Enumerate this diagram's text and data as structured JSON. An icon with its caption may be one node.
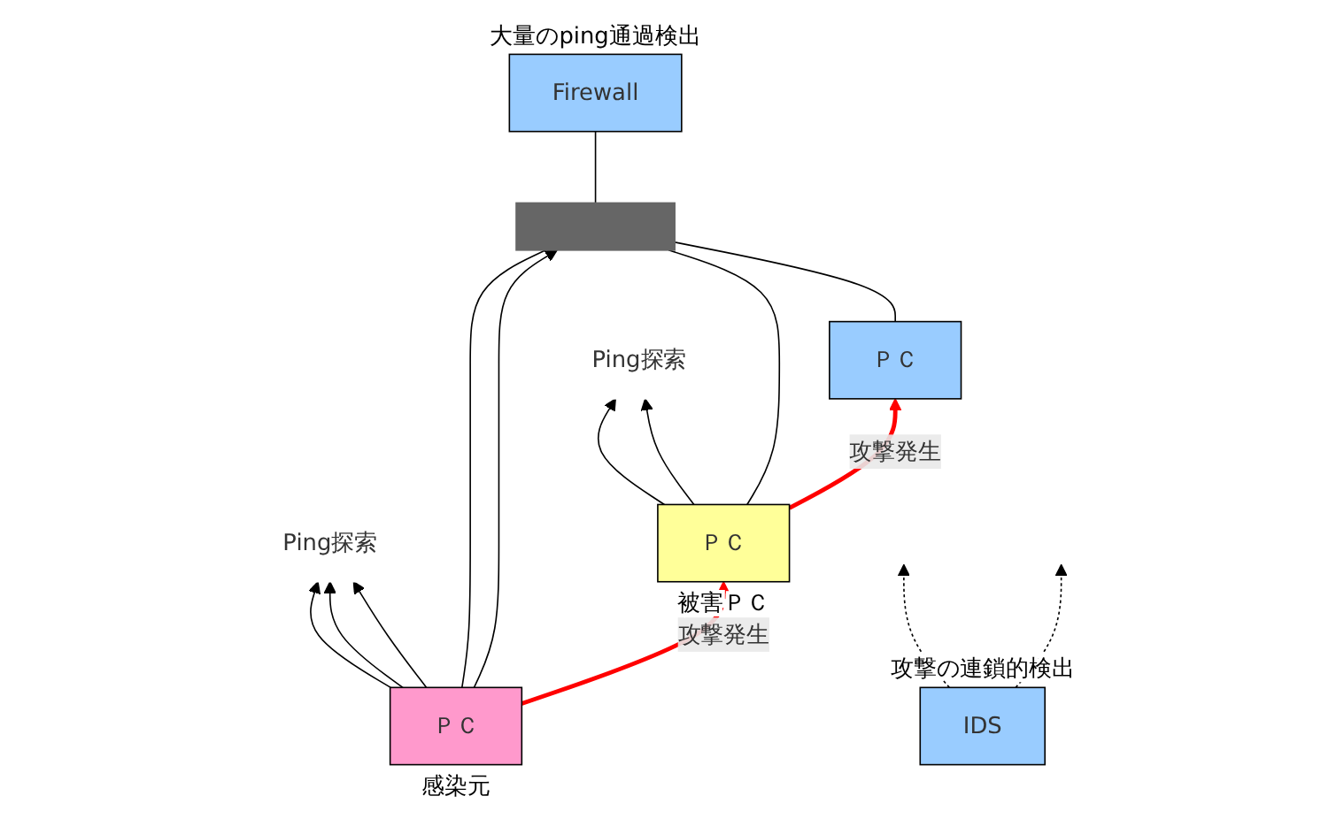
{
  "diagram": {
    "nodes": [
      {
        "text": [
          "Ping探索"
        ]
      },
      {
        "text": [
          "Ping探索"
        ]
      },
      {
        "text": [
          "Firewall"
        ],
        "beside": [
          "大量のping通過検出"
        ]
      },
      {
        "text": [
          "IDS"
        ],
        "beside": [
          "攻撃の連鎖的検出"
        ]
      },
      {
        "text": [],
        "shape": "bar"
      },
      {
        "text": [
          "ＰＣ"
        ],
        "beside": [
          "感染元"
        ]
      },
      {
        "text": [
          "ＰＣ"
        ],
        "beside": [
          "被害ＰＣ"
        ]
      },
      {
        "text": [
          "ＰＣ"
        ]
      }
    ],
    "edges": [
      {
        "from": 5,
        "to": 0,
        "arrow": "to"
      },
      {
        "from": 5,
        "to": 0,
        "arrow": "to"
      },
      {
        "from": 5,
        "to": 0,
        "arrow": "to"
      },
      {
        "from": 6,
        "to": 1,
        "arrow": "to"
      },
      {
        "from": 6,
        "to": 1,
        "arrow": "to"
      },
      {
        "from": 4,
        "to": 2,
        "arrow": "none"
      },
      {
        "from": 5,
        "to": 4,
        "arrow": "none"
      },
      {
        "from": 5,
        "to": 4,
        "arrow": "to"
      },
      {
        "from": 6,
        "to": 4,
        "arrow": "none"
      },
      {
        "from": 7,
        "to": 4,
        "arrow": "none"
      },
      {
        "from": 5,
        "to": 6,
        "arrow": "to",
        "label": "攻撃発生",
        "style": "thick",
        "color": "#ff0000"
      },
      {
        "from": 6,
        "to": 7,
        "arrow": "to",
        "label": "攻撃発生",
        "style": "thick",
        "color": "#ff0000"
      },
      {
        "from": 3,
        "to": null,
        "arrow": "to",
        "style": "dashed"
      },
      {
        "from": 3,
        "to": null,
        "arrow": "to",
        "style": "dashed"
      }
    ]
  }
}
